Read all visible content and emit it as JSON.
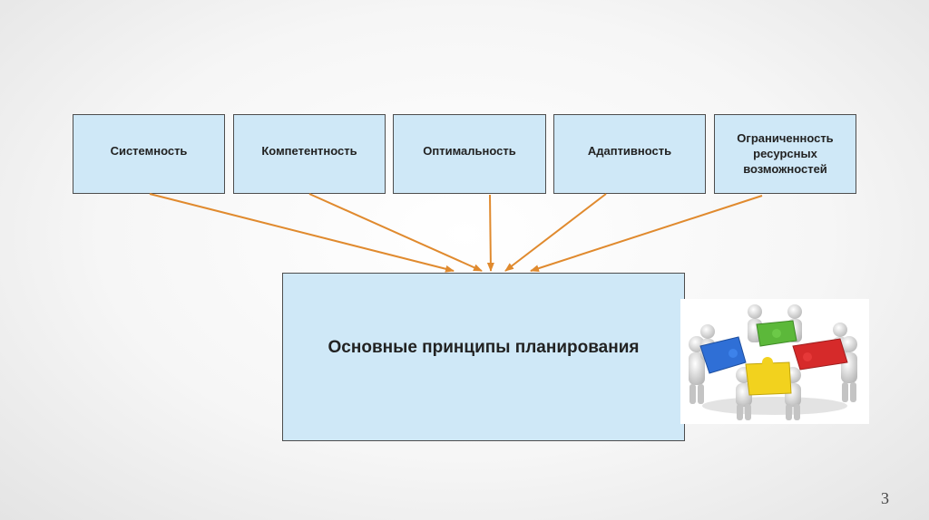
{
  "diagram": {
    "principles": [
      {
        "label": "Системность"
      },
      {
        "label": "Компетентность"
      },
      {
        "label": "Оптимальность"
      },
      {
        "label": "Адаптивность"
      },
      {
        "label": "Ограниченность ресурсных возможностей"
      }
    ],
    "main_title": "Основные принципы планирования",
    "arrow_color": "#e08a2e",
    "box_fill": "#cfe8f7",
    "box_border": "#4d4d4d"
  },
  "illustration": {
    "icon": "puzzle-team-icon",
    "piece_colors": [
      "#2f6fd6",
      "#5cb83a",
      "#d62a2a",
      "#f2d21e"
    ]
  },
  "slide": {
    "number": "3"
  }
}
